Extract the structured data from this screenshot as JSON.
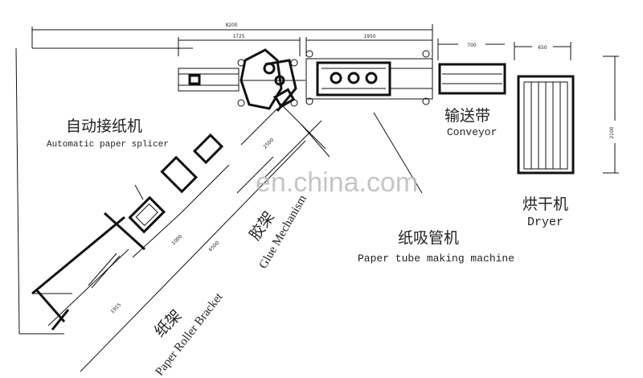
{
  "dimensions": {
    "total_length": "8200",
    "splicer_section": "1725",
    "tube_machine_section": "1950",
    "conveyor_width": "700",
    "dryer_width": "650",
    "dryer_length": "2100",
    "glue_section": "2500",
    "splicer_depth": "1000",
    "diagonal_total": "6500",
    "roller_section": "1915"
  },
  "labels": {
    "splicer_cn": "自动接纸机",
    "splicer_en": "Automatic paper splicer",
    "glue_cn": "胶架",
    "glue_en": "Glue Mechanism",
    "roller_cn": "纸架",
    "roller_en": "Paper Roller Bracket",
    "tube_cn": "纸吸管机",
    "tube_en": "Paper tube making machine",
    "conveyor_cn": "输送带",
    "conveyor_en": "Conveyor",
    "dryer_cn": "烘干机",
    "dryer_en": "Dryer"
  },
  "watermark": "en.china.com"
}
